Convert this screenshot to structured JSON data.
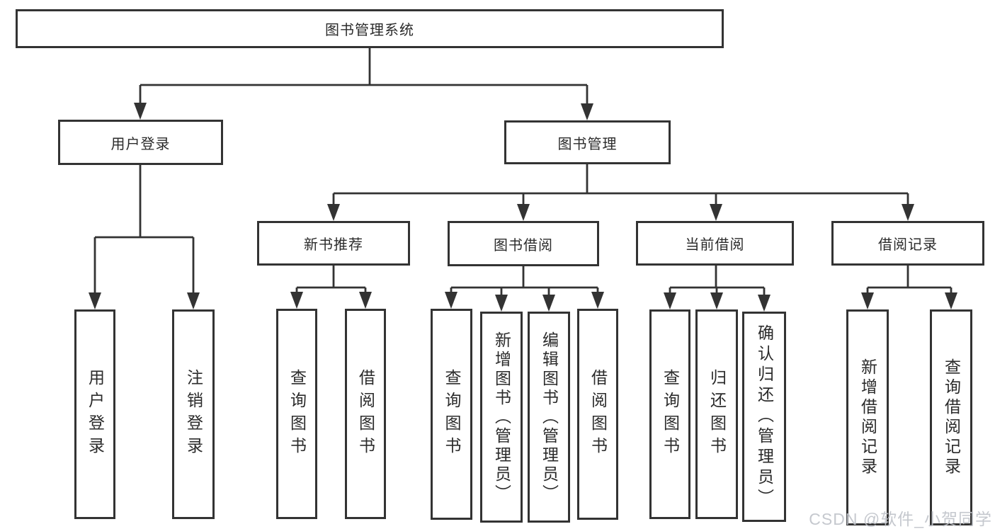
{
  "colors": {
    "line": "#333333",
    "box_fill": "#ffffff",
    "text": "#2b2b2b",
    "watermark": "#bfc3c9",
    "background": "#ffffff"
  },
  "watermark": "CSDN @软件_小贺同学",
  "tree": {
    "root": "图书管理系统",
    "user": {
      "label": "用户登录",
      "children": [
        "用户登录",
        "注销登录"
      ]
    },
    "mgmt": {
      "label": "图书管理",
      "sections": [
        {
          "label": "新书推荐",
          "children": [
            "查询图书",
            "借阅图书"
          ]
        },
        {
          "label": "图书借阅",
          "children": [
            "查询图书",
            "新增图书（管理员）",
            "编辑图书（管理员）",
            "借阅图书"
          ]
        },
        {
          "label": "当前借阅",
          "children": [
            "查询图书",
            "归还图书",
            "确认归还（管理员）"
          ]
        },
        {
          "label": "借阅记录",
          "children": [
            "新增借阅记录",
            "查询借阅记录"
          ]
        }
      ]
    }
  }
}
